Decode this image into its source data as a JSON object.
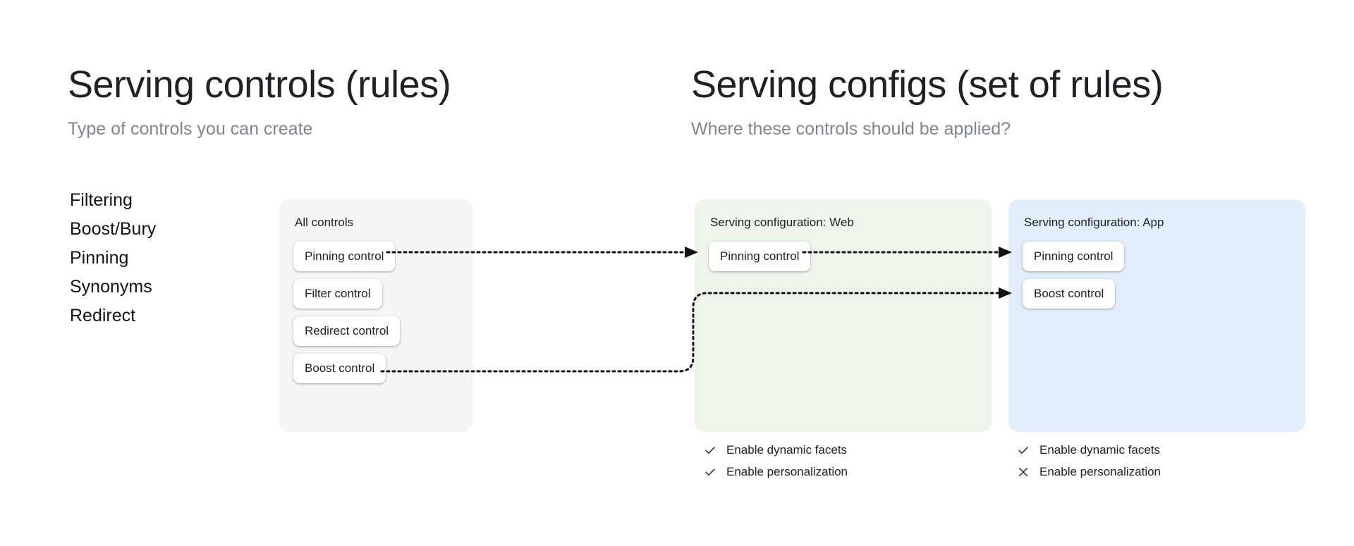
{
  "left": {
    "title": "Serving controls (rules)",
    "subtitle": "Type of controls you can create",
    "control_types": [
      "Filtering",
      "Boost/Bury",
      "Pinning",
      "Synonyms",
      "Redirect"
    ]
  },
  "right": {
    "title": "Serving configs (set of rules)",
    "subtitle": "Where these controls should be applied?"
  },
  "panels": {
    "all_controls": {
      "title": "All controls",
      "background": "#f5f5f5",
      "chips": [
        "Pinning control",
        "Filter control",
        "Redirect control",
        "Boost control"
      ]
    },
    "config_web": {
      "title": "Serving configuration: Web",
      "background": "#eef5ea",
      "chips": [
        "Pinning control"
      ],
      "options": [
        {
          "label": "Enable dynamic facets",
          "icon": "check-icon",
          "enabled": true
        },
        {
          "label": "Enable personalization",
          "icon": "check-icon",
          "enabled": true
        }
      ]
    },
    "config_app": {
      "title": "Serving configuration: App",
      "background": "#e2eefb",
      "chips": [
        "Pinning control",
        "Boost control"
      ],
      "options": [
        {
          "label": "Enable dynamic facets",
          "icon": "check-icon",
          "enabled": true
        },
        {
          "label": "Enable personalization",
          "icon": "close-icon",
          "enabled": false
        }
      ]
    }
  },
  "connectors": [
    {
      "from": "all-controls.pinning-control",
      "to": "config-web.pinning-control"
    },
    {
      "from": "config-web.pinning-control",
      "to": "config-app.pinning-control"
    },
    {
      "from": "all-controls.boost-control",
      "to": "config-app.boost-control"
    }
  ],
  "colors": {
    "title_text": "#202124",
    "subtitle_text": "#80868b",
    "chip_background": "#ffffff",
    "connector": "#111111",
    "page_background": "#ffffff"
  }
}
